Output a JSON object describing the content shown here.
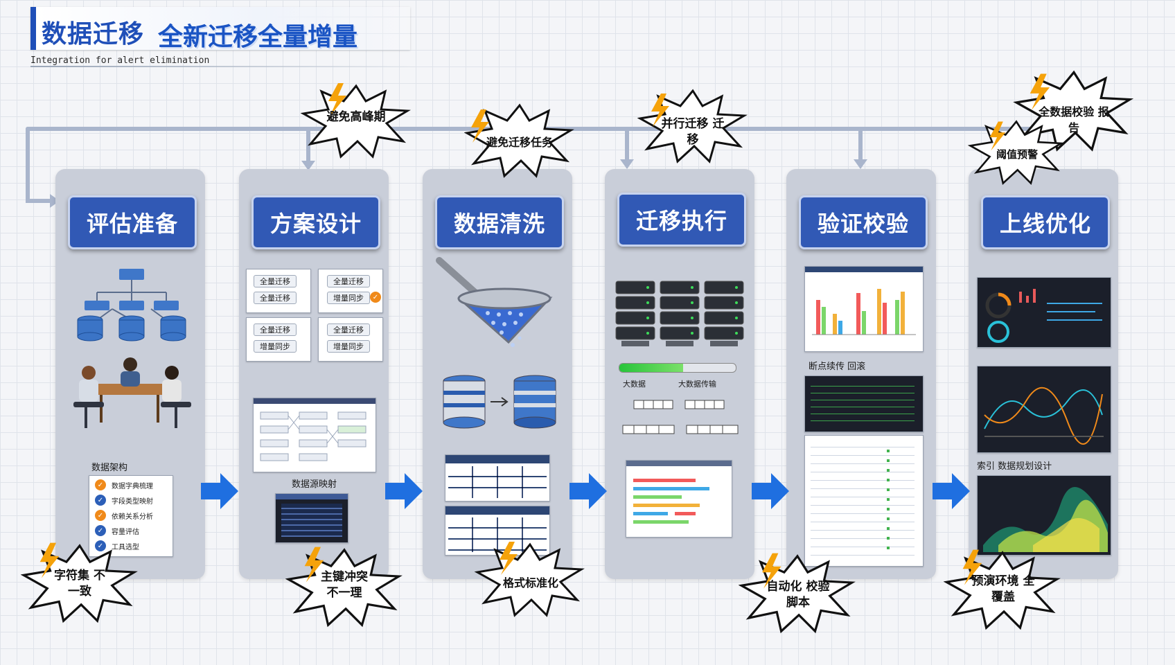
{
  "header": {
    "title": "数据迁移",
    "subtitle": "全新迁移全量增量",
    "english": "Integration for alert elimination"
  },
  "stages": [
    {
      "label": "评估准备",
      "captions": [
        "数据架构"
      ],
      "checklist": [
        "数据字典梳理",
        "字段类型映射",
        "依赖关系分析",
        "容量评估",
        "工具选型"
      ]
    },
    {
      "label": "方案设计",
      "captions": [
        "数据源映射"
      ],
      "plans": [
        "全量迁移",
        "全量迁移",
        "全量迁移",
        "增量同步",
        "全量迁移",
        "全量迁移",
        "增量同步",
        "增量同步"
      ]
    },
    {
      "label": "数据清洗",
      "captions": []
    },
    {
      "label": "迁移执行",
      "captions": [
        "大数据",
        "大数据传输"
      ]
    },
    {
      "label": "验证校验",
      "captions": [
        "断点续传 回滚"
      ]
    },
    {
      "label": "上线优化",
      "captions": [
        "索引 数据规划设计"
      ]
    }
  ],
  "callouts": [
    {
      "text": "避免高峰期"
    },
    {
      "text": "避免迁移任务"
    },
    {
      "text": "并行迁移 迁移"
    },
    {
      "text": "全数据校验 报告"
    },
    {
      "text": "阈值预警"
    },
    {
      "text": "字符集 不一致"
    },
    {
      "text": "主键冲突 不一理"
    },
    {
      "text": "格式标准化"
    },
    {
      "text": "自动化 校验脚本"
    },
    {
      "text": "预演环境 全覆盖"
    }
  ],
  "colors": {
    "pill": "#3159b5",
    "arrow": "#1f6fe0",
    "column": "#c9ced9",
    "flow_line": "#a9b5cc",
    "bolt": "#f5a20a"
  },
  "icons": [
    "database-icon",
    "meeting-icon",
    "strainer-icon",
    "server-icon",
    "arrow-right-icon",
    "lightning-icon"
  ]
}
